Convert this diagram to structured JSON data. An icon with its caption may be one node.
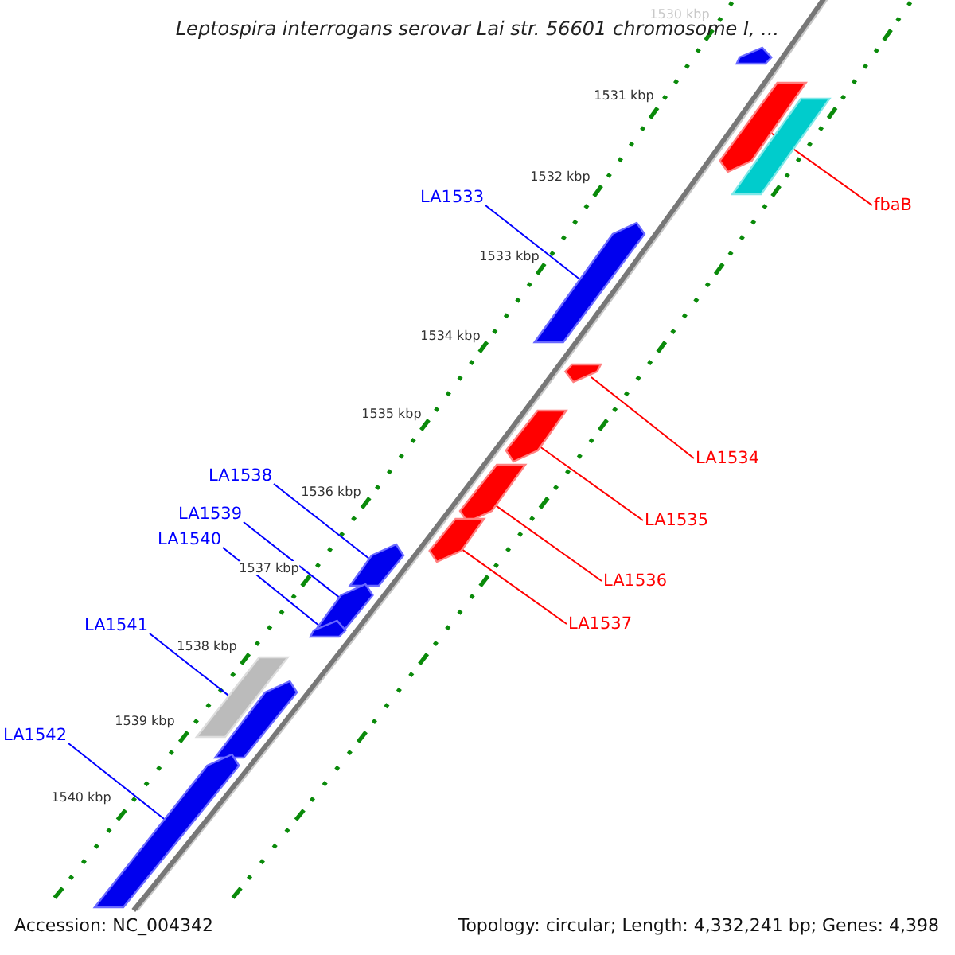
{
  "diagram": {
    "title": "Leptospira interrogans serovar Lai str. 56601 chromosome I, ...",
    "nodes": [
      {
        "text": [
          "LA1533"
        ]
      },
      {
        "text": [
          "fbaB"
        ]
      },
      {
        "text": [
          "LA1534"
        ]
      },
      {
        "text": [
          "LA1535"
        ]
      },
      {
        "text": [
          "LA1536"
        ]
      },
      {
        "text": [
          "LA1537"
        ]
      },
      {
        "text": [
          "LA1538"
        ]
      },
      {
        "text": [
          "LA1539"
        ]
      },
      {
        "text": [
          "LA1540"
        ]
      },
      {
        "text": [
          "LA1541"
        ]
      },
      {
        "text": [
          "LA1542"
        ]
      },
      {
        "text": [],
        "shape": "arrow"
      },
      {
        "text": [],
        "shape": "arrow"
      },
      {
        "text": [],
        "shape": "arrow"
      },
      {
        "text": [],
        "shape": "arrow"
      },
      {
        "text": [],
        "shape": "arrow"
      },
      {
        "text": [],
        "shape": "arrow"
      },
      {
        "text": [],
        "shape": "arrow"
      },
      {
        "text": [],
        "shape": "arrow"
      },
      {
        "text": [],
        "shape": "arrow"
      },
      {
        "text": [],
        "shape": "arrow"
      },
      {
        "text": [],
        "shape": "arrow"
      },
      {
        "text": [],
        "shape": "arrow"
      },
      {
        "text": [],
        "shape": "arrow"
      },
      {
        "text": [],
        "shape": "arrow"
      }
    ],
    "edges": [
      {
        "from": 0,
        "to": 14,
        "arrow": "none"
      },
      {
        "from": 1,
        "to": 12,
        "arrow": "none",
        "color": "#ff0000"
      },
      {
        "from": 2,
        "to": 15,
        "arrow": "none",
        "color": "#ff0000"
      },
      {
        "from": 3,
        "to": 16,
        "arrow": "none",
        "color": "#ff0000"
      },
      {
        "from": 4,
        "to": 17,
        "arrow": "none",
        "color": "#ff0000"
      },
      {
        "from": 5,
        "to": 18,
        "arrow": "none",
        "color": "#ff0000"
      },
      {
        "from": 6,
        "to": 19,
        "arrow": "none"
      },
      {
        "from": 7,
        "to": 20,
        "arrow": "none"
      },
      {
        "from": 8,
        "to": 21,
        "arrow": "none"
      },
      {
        "from": 9,
        "to": 22,
        "arrow": "none"
      },
      {
        "from": 10,
        "to": 24,
        "arrow": "none"
      }
    ],
    "labels": [
      "1530 kbp",
      "1531 kbp",
      "1532 kbp",
      "1533 kbp",
      "1534 kbp",
      "1535 kbp",
      "1536 kbp",
      "1537 kbp",
      "1538 kbp",
      "1539 kbp",
      "1540 kbp",
      "Accession: NC_004342",
      "Topology: circular; Length: 4,332,241 bp; Genes: 4,398"
    ]
  }
}
